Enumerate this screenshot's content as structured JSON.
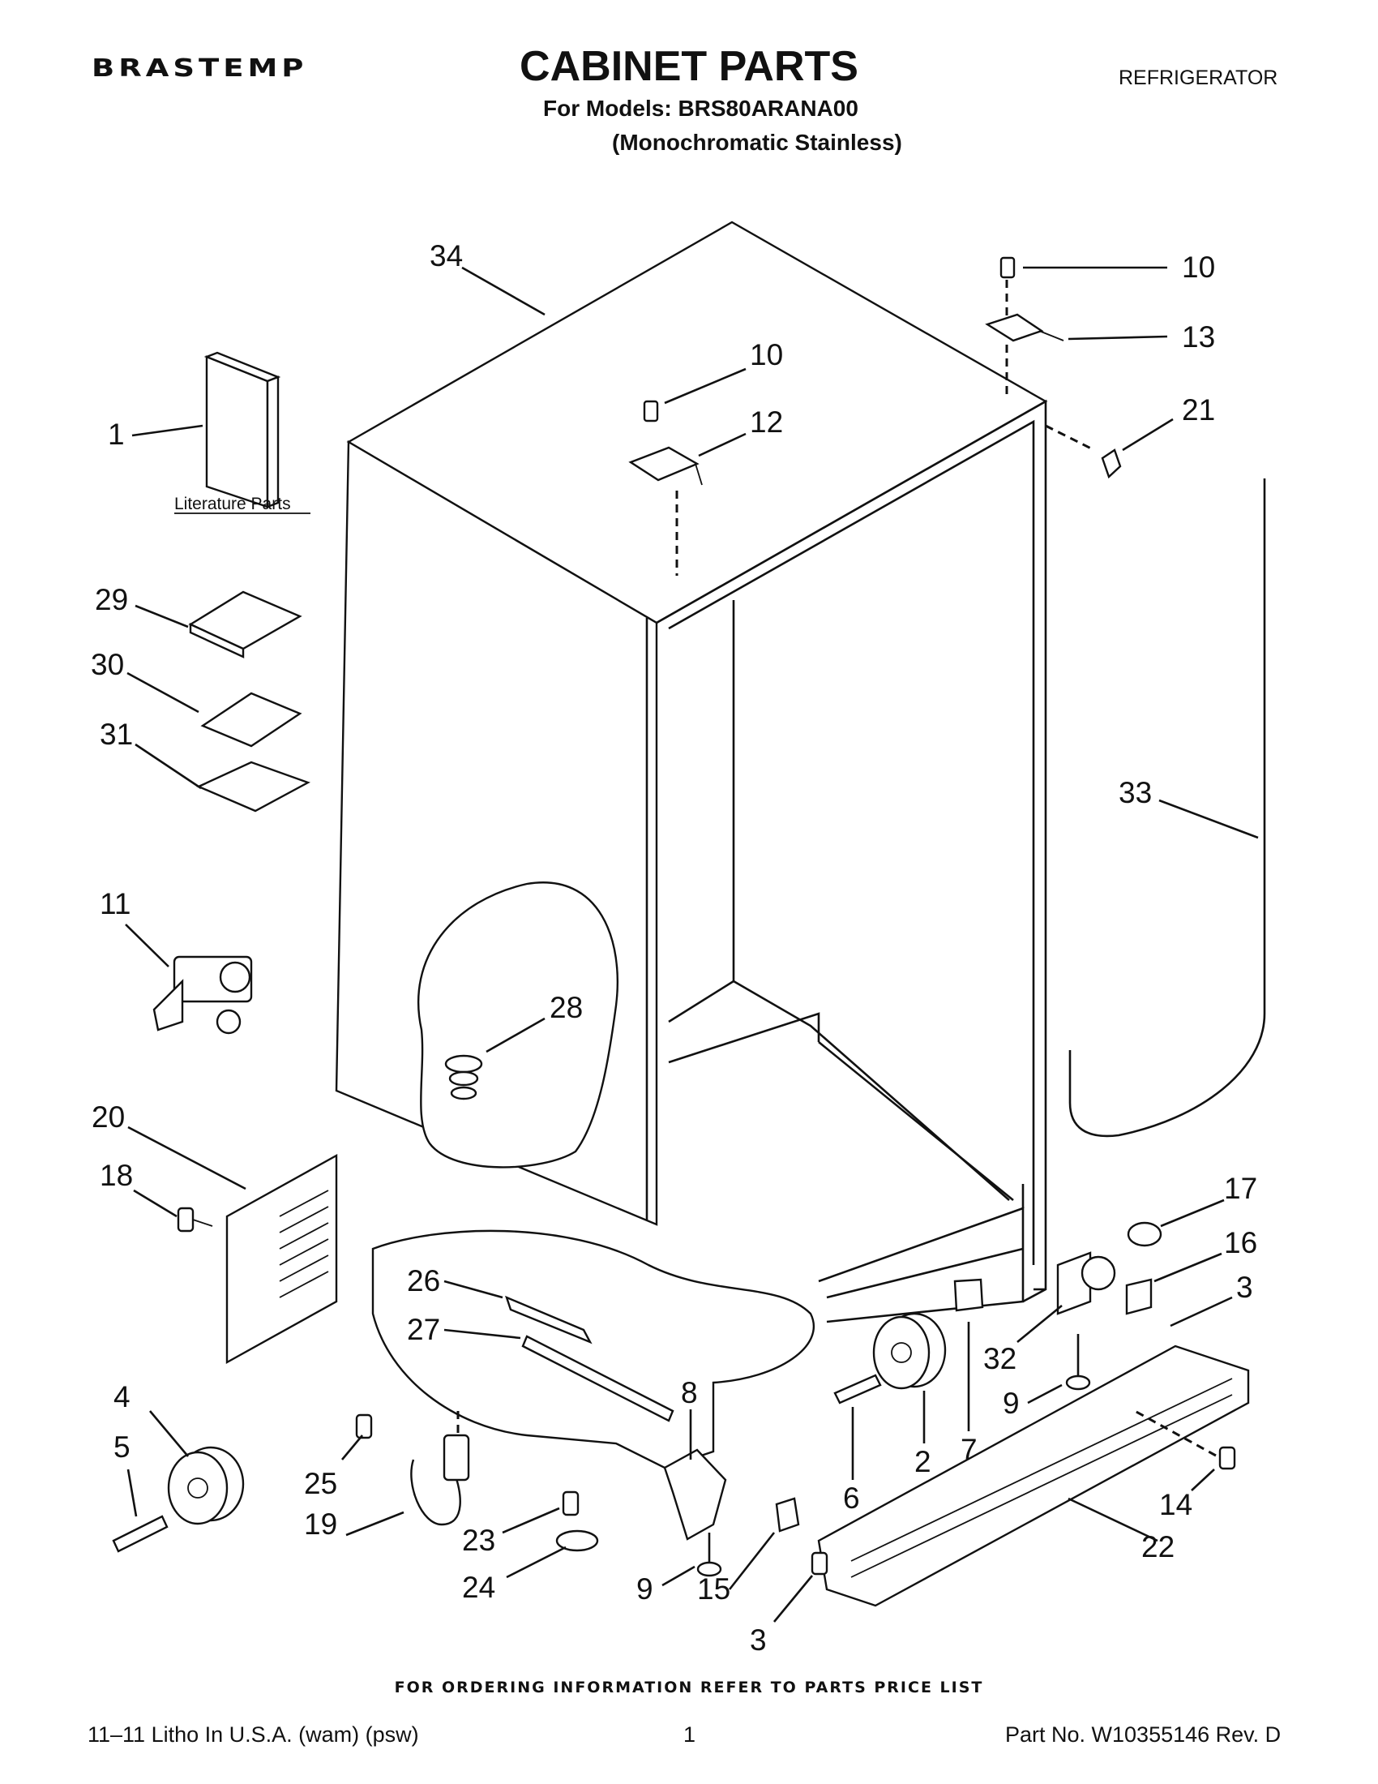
{
  "header": {
    "brand": "BRASTEMP",
    "title": "CABINET PARTS",
    "models_line": "For Models: BRS80ARANA00",
    "variant_line": "(Monochromatic Stainless)",
    "category": "REFRIGERATOR"
  },
  "diagram": {
    "literature_label": "Literature Parts",
    "callouts": [
      "34",
      "10",
      "13",
      "21",
      "1",
      "10",
      "12",
      "29",
      "30",
      "31",
      "33",
      "11",
      "28",
      "20",
      "18",
      "17",
      "16",
      "3",
      "26",
      "27",
      "8",
      "4",
      "5",
      "32",
      "9",
      "2",
      "7",
      "6",
      "25",
      "19",
      "23",
      "24",
      "9",
      "15",
      "14",
      "22",
      "3"
    ]
  },
  "footer": {
    "ordering_note": "FOR ORDERING INFORMATION REFER TO PARTS PRICE LIST",
    "print_info": "11–11 Litho In U.S.A. (wam) (psw)",
    "page_number": "1",
    "part_number": "Part No. W10355146 Rev. D"
  }
}
